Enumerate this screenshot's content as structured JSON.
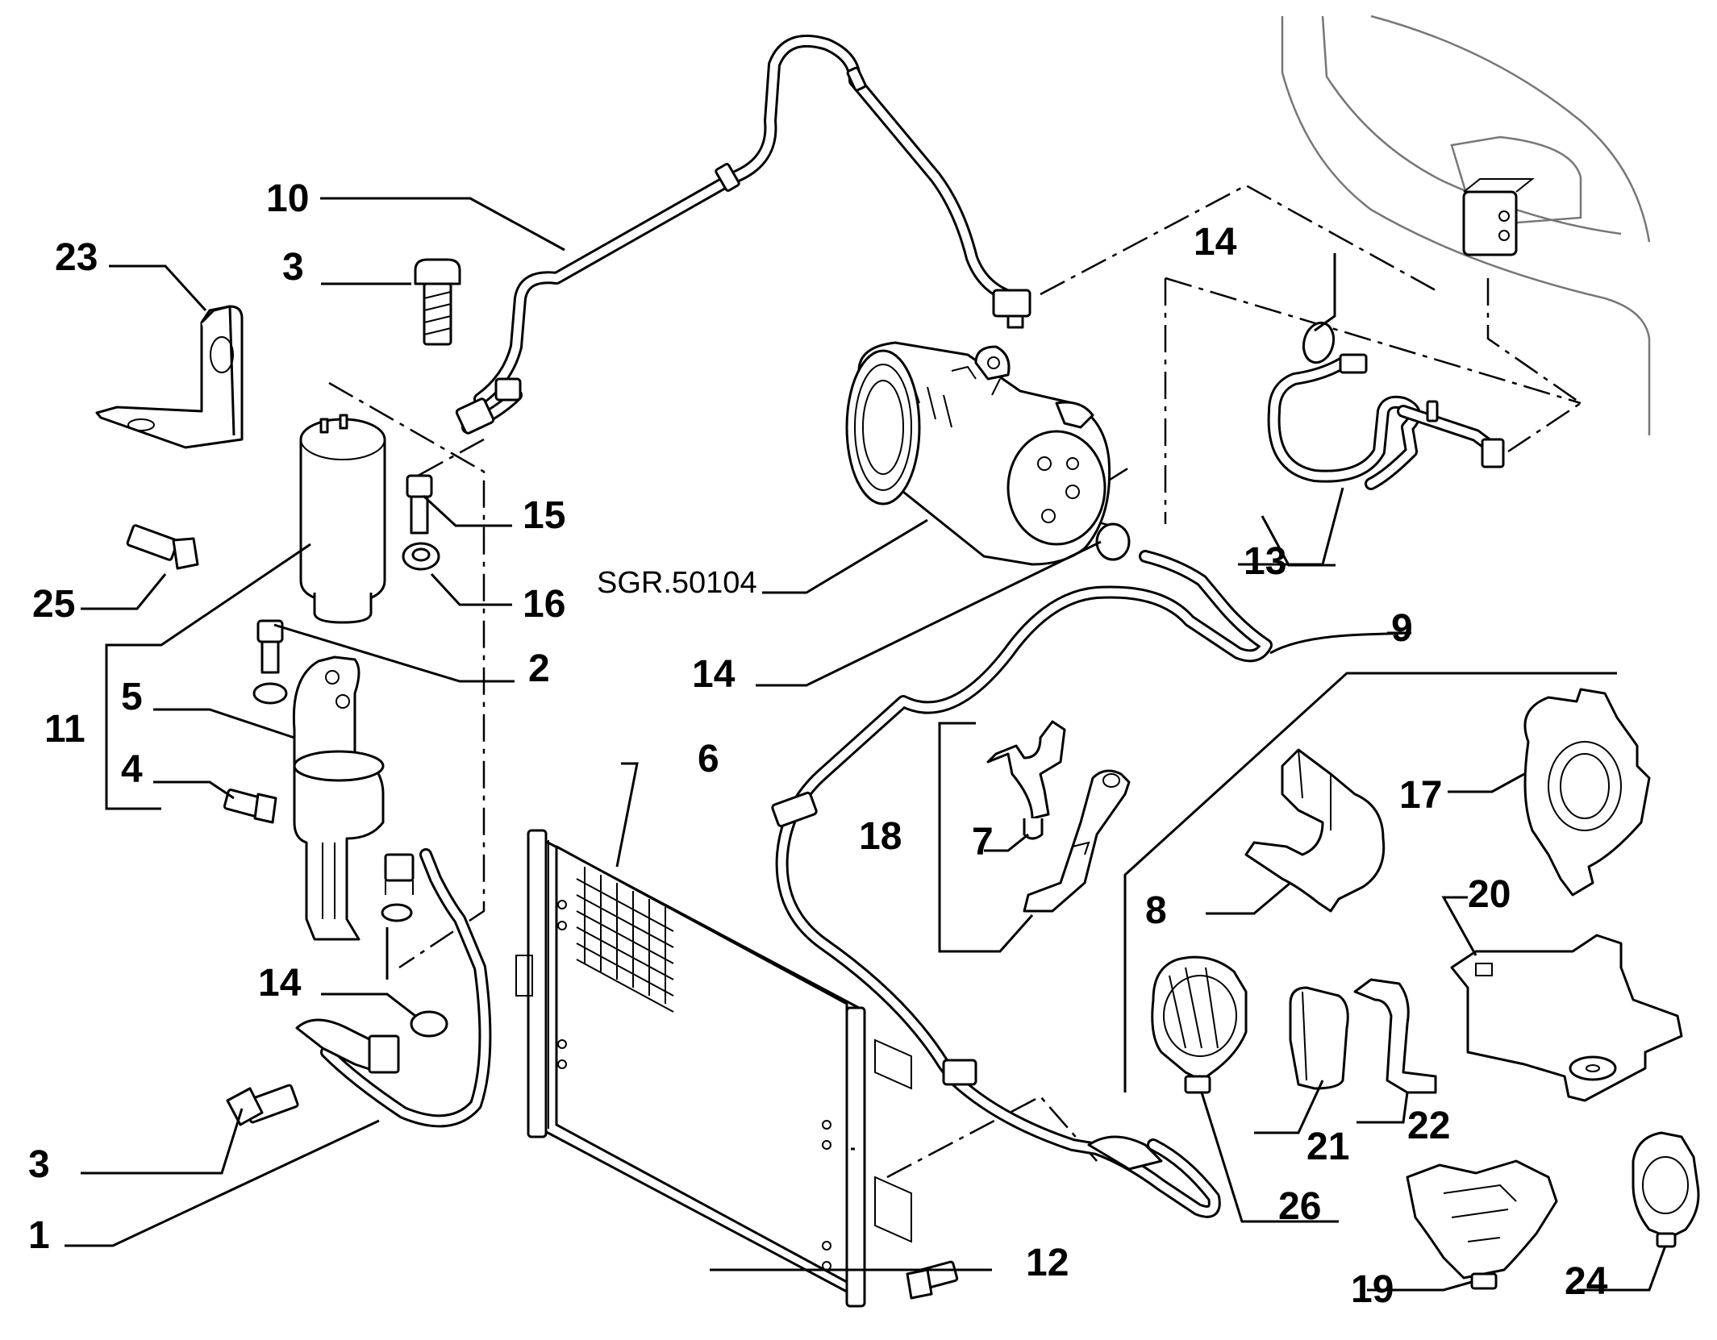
{
  "diagram": {
    "drawing_code": "SGR.50104",
    "callouts": [
      {
        "id": "c10",
        "text": "10"
      },
      {
        "id": "c3a",
        "text": "3"
      },
      {
        "id": "c23",
        "text": "23"
      },
      {
        "id": "c15",
        "text": "15"
      },
      {
        "id": "c16",
        "text": "16"
      },
      {
        "id": "c25",
        "text": "25"
      },
      {
        "id": "c2",
        "text": "2"
      },
      {
        "id": "c5",
        "text": "5"
      },
      {
        "id": "c11",
        "text": "11"
      },
      {
        "id": "c4",
        "text": "4"
      },
      {
        "id": "c14a",
        "text": "14"
      },
      {
        "id": "c14b",
        "text": "14"
      },
      {
        "id": "c14c",
        "text": "14"
      },
      {
        "id": "c13",
        "text": "13"
      },
      {
        "id": "c9",
        "text": "9"
      },
      {
        "id": "c6",
        "text": "6"
      },
      {
        "id": "c18",
        "text": "18"
      },
      {
        "id": "c7",
        "text": "7"
      },
      {
        "id": "c8",
        "text": "8"
      },
      {
        "id": "c17",
        "text": "17"
      },
      {
        "id": "c20",
        "text": "20"
      },
      {
        "id": "c21",
        "text": "21"
      },
      {
        "id": "c22",
        "text": "22"
      },
      {
        "id": "c26",
        "text": "26"
      },
      {
        "id": "c3b",
        "text": "3"
      },
      {
        "id": "c1",
        "text": "1"
      },
      {
        "id": "c12",
        "text": "12"
      },
      {
        "id": "c19",
        "text": "19"
      },
      {
        "id": "c24",
        "text": "24"
      }
    ]
  }
}
